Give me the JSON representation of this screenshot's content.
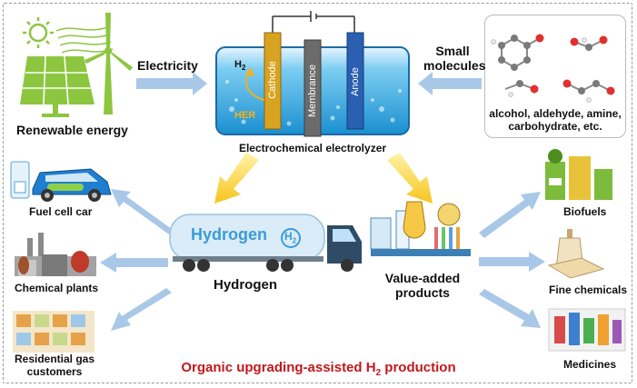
{
  "title": {
    "main": "Organic upgrading-assisted H",
    "sub": "2",
    "rest": " production"
  },
  "inputs": {
    "electricity": "Electricity",
    "renewable": "Renewable energy",
    "small_molecules": [
      "Small",
      "molecules"
    ],
    "molecule_types": [
      "alcohol, aldehyde, amine,",
      "carbohydrate, etc."
    ]
  },
  "electrolyzer": {
    "label": "Electrochemical electrolyzer",
    "cathode": "Cathode",
    "membrane": "Membrance",
    "anode": "Anode",
    "h2": "H",
    "h2_sub": "2",
    "her": "HER"
  },
  "hydrogen": {
    "label": "Hydrogen",
    "truck_text": "Hydrogen",
    "truck_h2": "H",
    "truck_h2_sub": "2"
  },
  "hydrogen_uses": [
    "Fuel cell car",
    "Chemical plants",
    "Residential gas",
    "customers"
  ],
  "value_added": {
    "label": [
      "Value-added",
      "products"
    ]
  },
  "products": [
    "Biofuels",
    "Fine chemicals",
    "Medicines"
  ],
  "colors": {
    "arrow_blue": "#a9c8e8",
    "arrow_yellow": "#f5d33f",
    "title_red": "#c0181d",
    "panel_green": "#7dbb3c"
  },
  "icons": [
    "sun-icon",
    "solar-panel-icon",
    "wind-turbine-icon",
    "fuel-cell-car-icon",
    "factory-icon",
    "houses-icon",
    "truck-icon",
    "lab-icon",
    "biofuel-icon",
    "bottle-icon",
    "medicine-icon",
    "molecule-icon"
  ]
}
